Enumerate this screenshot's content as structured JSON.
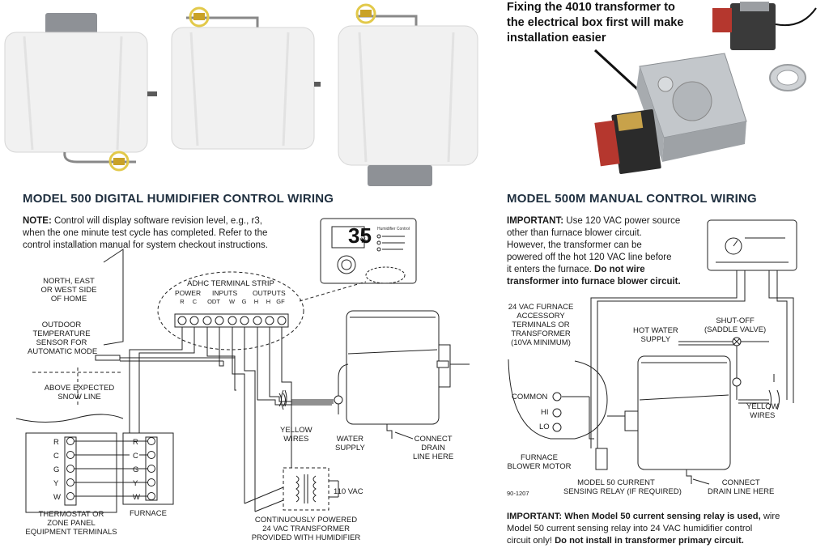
{
  "photo_caption": {
    "line1": "Fixing the 4010 transformer to",
    "line2": "the electrical box first will make",
    "line3": "installation easier"
  },
  "left_diagram": {
    "title": "MODEL 500 DIGITAL HUMIDIFIER CONTROL WIRING",
    "note_label": "NOTE:",
    "note_line1": " Control will display software revision level, e.g., r3,",
    "note_line2": "when the one minute test cycle has completed. Refer to the",
    "note_line3": "control installation manual for system checkout instructions.",
    "display_value": "35",
    "display_unit": "%",
    "control_name": "Humidifier Control",
    "home_side_1": "NORTH, EAST",
    "home_side_2": "OR WEST SIDE",
    "home_side_3": "OF HOME",
    "sensor_1": "OUTDOOR",
    "sensor_2": "TEMPERATURE",
    "sensor_3": "SENSOR FOR",
    "sensor_4": "AUTOMATIC MODE",
    "snow_1": "ABOVE EXPECTED",
    "snow_2": "SNOW LINE",
    "strip_title": "ADHC TERMINAL STRIP",
    "strip_power": "POWER",
    "strip_inputs": "INPUTS",
    "strip_outputs": "OUTPUTS",
    "terminals": [
      "R",
      "C",
      "ODT",
      "W",
      "G",
      "H",
      "H",
      "GF"
    ],
    "thermostat_terms": [
      "R",
      "C",
      "G",
      "Y",
      "W"
    ],
    "furnace_terms": [
      "R",
      "C",
      "G",
      "Y",
      "W"
    ],
    "thermostat_1": "THERMOSTAT OR",
    "thermostat_2": "ZONE PANEL",
    "thermostat_3": "EQUIPMENT TERMINALS",
    "furnace": "FURNACE",
    "yellow_1": "YELLOW",
    "yellow_2": "WIRES",
    "water_1": "WATER",
    "water_2": "SUPPLY",
    "drain_1": "CONNECT",
    "drain_2": "DRAIN",
    "drain_3": "LINE HERE",
    "vac110": "110 VAC",
    "transformer_1": "CONTINUOUSLY POWERED",
    "transformer_2": "24 VAC TRANSFORMER",
    "transformer_3": "PROVIDED WITH HUMIDIFIER"
  },
  "right_diagram": {
    "title": "MODEL 500M MANUAL CONTROL WIRING",
    "imp_label": "IMPORTANT:",
    "imp_line1": " Use 120 VAC power source",
    "imp_line2": "other than furnace blower circuit.",
    "imp_line3": "However, the transformer can be",
    "imp_line4": "powered off the hot 120 VAC line before",
    "imp_line5a": "it enters the furnace. ",
    "imp_line5b": "Do not wire",
    "imp_line6": "transformer into furnace blower circuit.",
    "acc_1": "24 VAC FURNACE",
    "acc_2": "ACCESSORY",
    "acc_3": "TERMINALS OR",
    "acc_4": "TRANSFORMER",
    "acc_5": "(10VA MINIMUM)",
    "hot_1": "HOT WATER",
    "hot_2": "SUPPLY",
    "shut_1": "SHUT-OFF",
    "shut_2": "(SADDLE VALVE)",
    "common": "COMMON",
    "hi": "HI",
    "lo": "LO",
    "yellow_1": "YELLOW",
    "yellow_2": "WIRES",
    "motor_1": "FURNACE",
    "motor_2": "BLOWER MOTOR",
    "relay_1": "MODEL 50 CURRENT",
    "relay_2": "SENSING RELAY (IF REQUIRED)",
    "drain_1": "CONNECT",
    "drain_2": "DRAIN LINE HERE",
    "code": "90-1207",
    "bottom_label": "IMPORTANT: When Model 50 current sensing relay is used,",
    "bottom_1": " wire",
    "bottom_2": "Model 50 current sensing relay into 24 VAC humidifier control",
    "bottom_3a": "circuit only! ",
    "bottom_3b": "Do not install in transformer primary circuit."
  },
  "colors": {
    "title": "#1f2f3f",
    "humidifier_body": "#eeeeee",
    "brass": "#c9a227",
    "metal_box": "#b8bcc0",
    "transformer_core": "#2b2b2b",
    "transformer_plate": "#b5372e"
  }
}
